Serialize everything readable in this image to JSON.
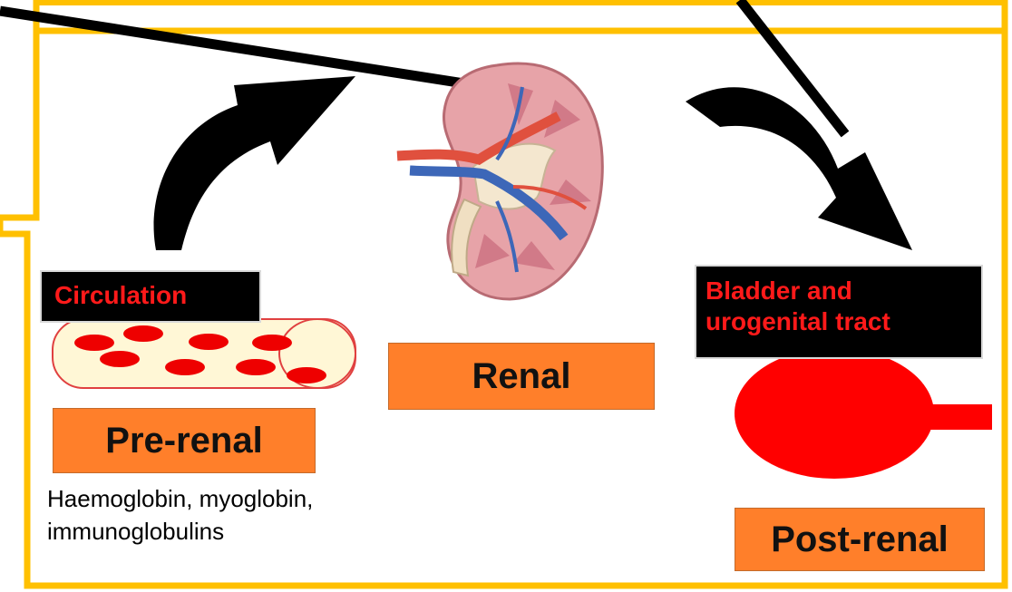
{
  "colors": {
    "frame": "#ffc000",
    "orange_box": "#ff7f2a",
    "label_text_red": "#ff1a1a",
    "bladder_red": "#ff0000",
    "blood_cell_red": "#ee0000",
    "vessel_fill": "#fff7d6"
  },
  "labels": {
    "circulation": "Circulation",
    "bladder_line1": "Bladder and",
    "bladder_line2": "urogenital tract"
  },
  "categories": {
    "pre_renal": "Pre-renal",
    "renal": "Renal",
    "post_renal": "Post-renal"
  },
  "notes": {
    "pre_renal_line1": "Haemoglobin, myoglobin,",
    "pre_renal_line2": "immunoglobulins"
  },
  "icons": [
    "kidney-illustration",
    "blood-vessel-icon",
    "bladder-icon",
    "curved-arrow-left",
    "curved-arrow-right"
  ]
}
